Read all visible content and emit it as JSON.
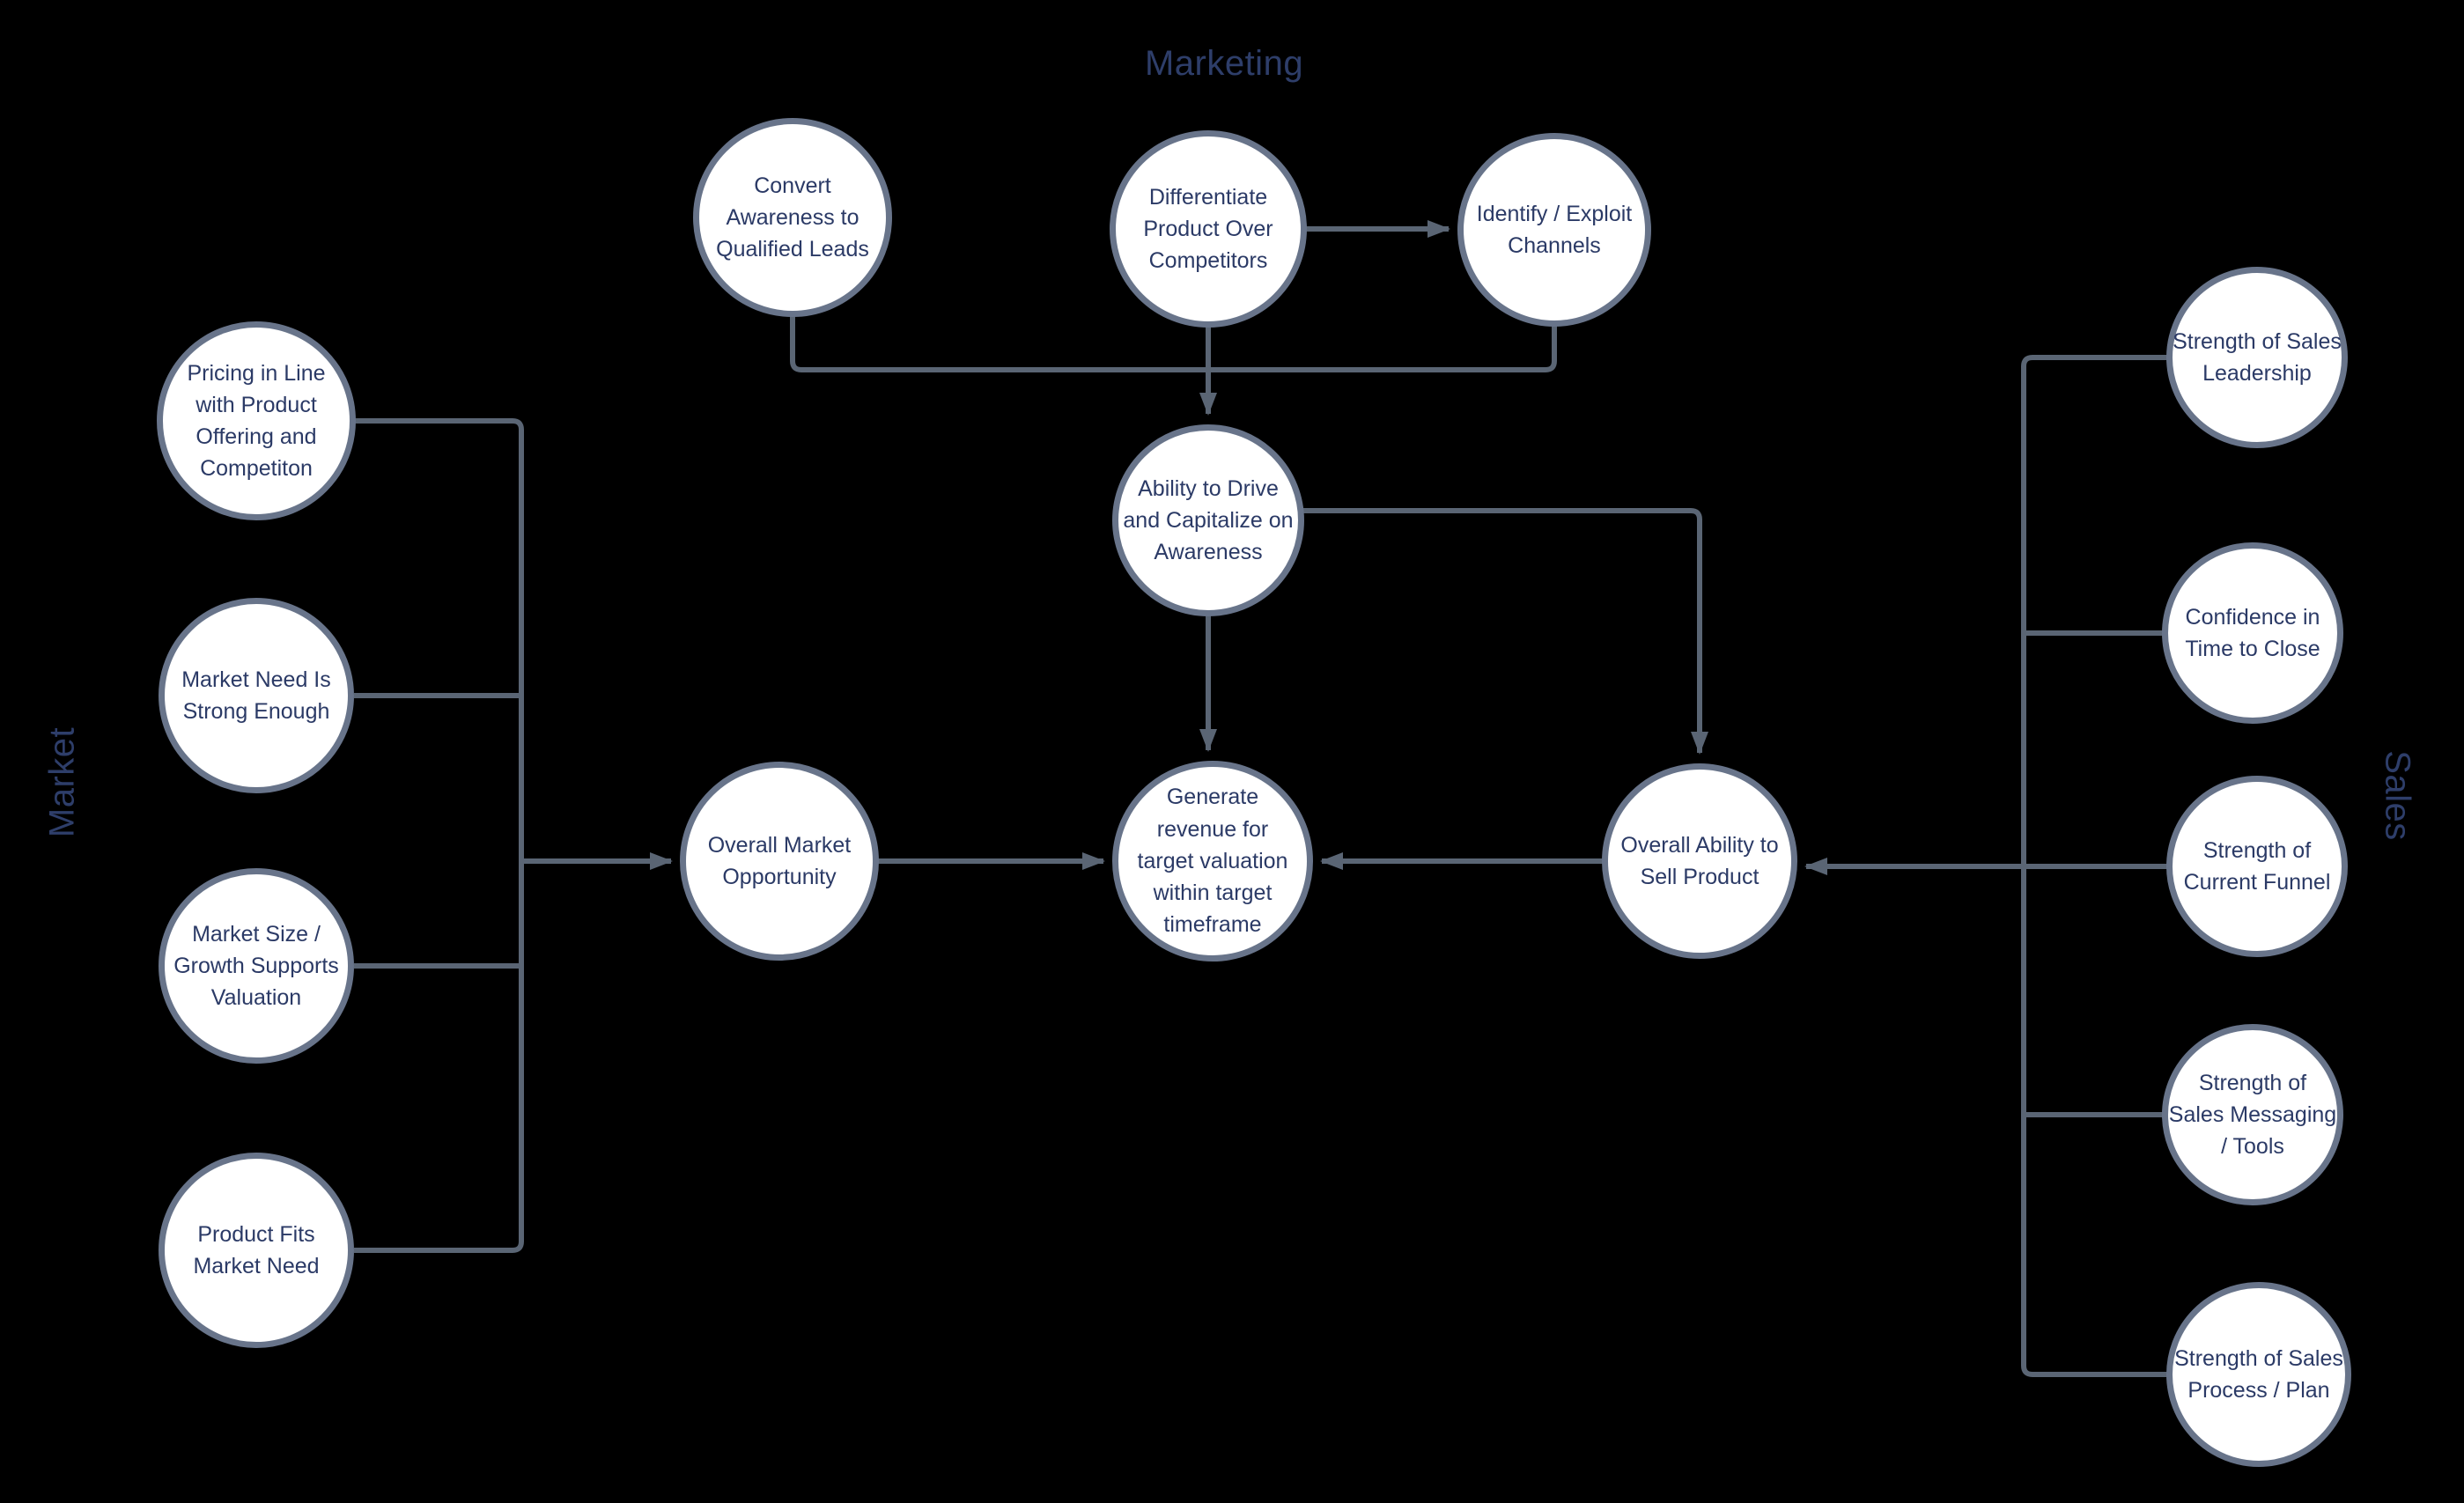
{
  "colors": {
    "background": "#000000",
    "node_fill": "#ffffff",
    "node_border": "#68748a",
    "connector": "#5a6574",
    "node_text": "#2b3a66",
    "section_text": "#2e3e6a"
  },
  "sections": {
    "marketing": {
      "label": "Marketing"
    },
    "market": {
      "label": "Market"
    },
    "sales": {
      "label": "Sales"
    }
  },
  "nodes": {
    "convert_awareness": {
      "label": "Convert\nAwareness to\nQualified Leads"
    },
    "differentiate_product": {
      "label": "Differentiate\nProduct Over\nCompetitors"
    },
    "identify_channels": {
      "label": "Identify / Exploit\nChannels"
    },
    "ability_drive_awareness": {
      "label": "Ability to Drive\nand Capitalize on\nAwareness"
    },
    "pricing_in_line": {
      "label": "Pricing in Line\nwith Product\nOffering and\nCompetiton"
    },
    "market_need_strong": {
      "label": "Market Need Is\nStrong Enough"
    },
    "market_size_growth": {
      "label": "Market Size /\nGrowth Supports\nValuation"
    },
    "product_fits_need": {
      "label": "Product Fits\nMarket Need"
    },
    "overall_market_opportunity": {
      "label": "Overall Market\nOpportunity"
    },
    "generate_revenue": {
      "label": "Generate\nrevenue for\ntarget valuation\nwithin target\ntimeframe"
    },
    "overall_ability_sell": {
      "label": "Overall Ability to\nSell Product"
    },
    "sales_leadership": {
      "label": "Strength of Sales\nLeadership"
    },
    "confidence_time_close": {
      "label": "Confidence in\nTime to Close"
    },
    "current_funnel": {
      "label": "Strength of\nCurrent Funnel"
    },
    "sales_messaging_tools": {
      "label": "Strength of\nSales Messaging\n/ Tools"
    },
    "sales_process_plan": {
      "label": "Strength of Sales\nProcess / Plan"
    }
  }
}
